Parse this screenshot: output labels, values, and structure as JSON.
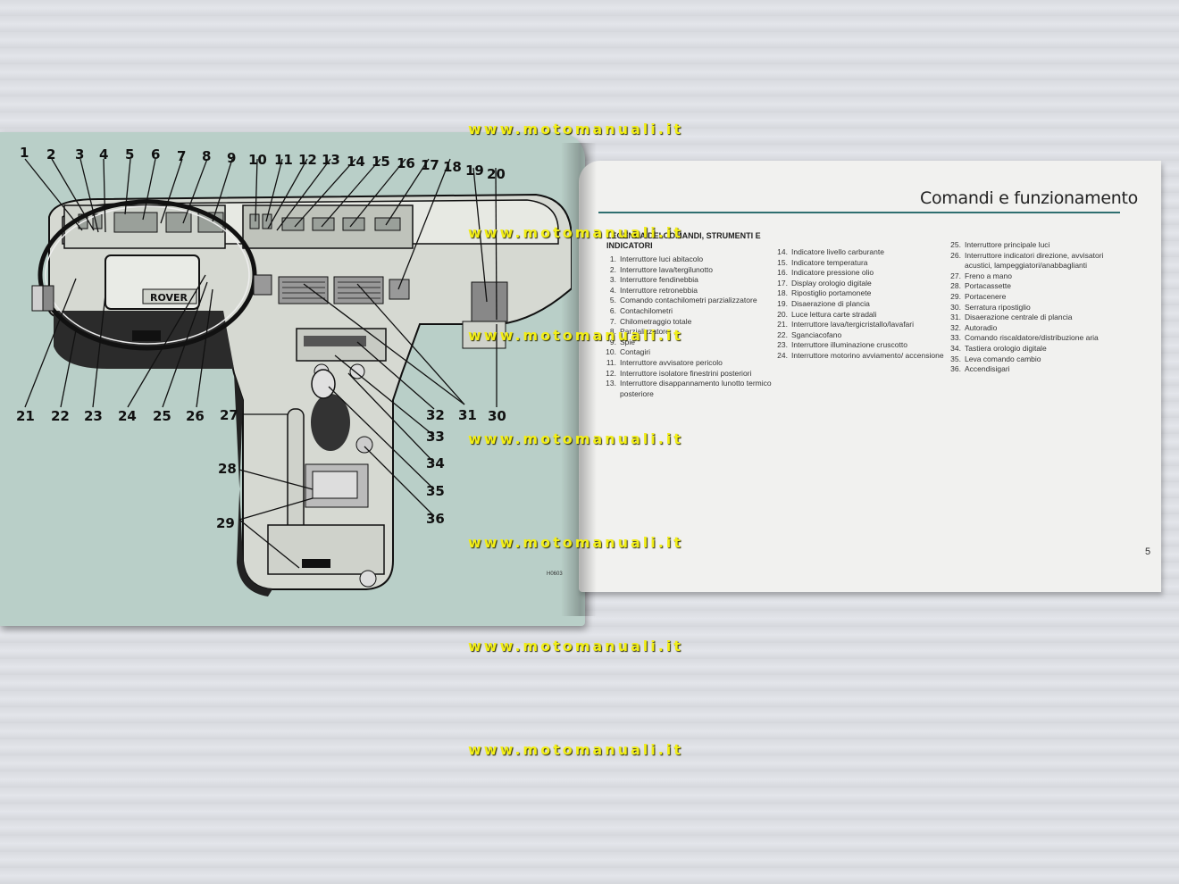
{
  "page": {
    "title": "Comandi e funzionamento",
    "legend_title": "LEGENDA DEI COMANDI, STRUMENTI E INDICATORI",
    "page_number": "5",
    "figure_code": "H0603"
  },
  "watermark": "www.motomanuali.it",
  "diagram": {
    "brand_badge": "ROVER",
    "callouts": [
      "1",
      "2",
      "3",
      "4",
      "5",
      "6",
      "7",
      "8",
      "9",
      "10",
      "11",
      "12",
      "13",
      "14",
      "15",
      "16",
      "17",
      "18",
      "19",
      "20",
      "21",
      "22",
      "23",
      "24",
      "25",
      "26",
      "27",
      "28",
      "29",
      "30",
      "31",
      "32",
      "33",
      "34",
      "35",
      "36"
    ]
  },
  "legend": {
    "column1": [
      {
        "n": "1.",
        "t": "Interruttore luci abitacolo"
      },
      {
        "n": "2.",
        "t": "Interruttore lava/tergilunotto"
      },
      {
        "n": "3.",
        "t": "Interruttore fendinebbia"
      },
      {
        "n": "4.",
        "t": "Interruttore retronebbia"
      },
      {
        "n": "5.",
        "t": "Comando contachilometri parzializzatore"
      },
      {
        "n": "6.",
        "t": "Contachilometri"
      },
      {
        "n": "7.",
        "t": "Chilometraggio totale"
      },
      {
        "n": "8.",
        "t": "Parzializzatore"
      },
      {
        "n": "9.",
        "t": "Spie"
      },
      {
        "n": "10.",
        "t": "Contagiri"
      },
      {
        "n": "11.",
        "t": "Interruttore avvisatore pericolo"
      },
      {
        "n": "12.",
        "t": "Interruttore isolatore finestrini posteriori"
      },
      {
        "n": "13.",
        "t": "Interruttore disappannamento lunotto termico posteriore"
      }
    ],
    "column2": [
      {
        "n": "14.",
        "t": "Indicatore livello carburante"
      },
      {
        "n": "15.",
        "t": "Indicatore temperatura"
      },
      {
        "n": "16.",
        "t": "Indicatore pressione olio"
      },
      {
        "n": "17.",
        "t": "Display orologio digitale"
      },
      {
        "n": "18.",
        "t": "Ripostiglio portamonete"
      },
      {
        "n": "19.",
        "t": "Disaerazione di plancia"
      },
      {
        "n": "20.",
        "t": "Luce lettura carte stradali"
      },
      {
        "n": "21.",
        "t": "Interruttore lava/tergicristallo/lavafari"
      },
      {
        "n": "22.",
        "t": "Sganciacofano"
      },
      {
        "n": "23.",
        "t": "Interruttore illuminazione cruscotto"
      },
      {
        "n": "24.",
        "t": "Interruttore motorino avviamento/ accensione"
      }
    ],
    "column3": [
      {
        "n": "25.",
        "t": "Interruttore principale luci"
      },
      {
        "n": "26.",
        "t": "Interruttore indicatori direzione, avvisatori acustici, lampeggiatori/anabbaglianti"
      },
      {
        "n": "27.",
        "t": "Freno a mano"
      },
      {
        "n": "28.",
        "t": "Portacassette"
      },
      {
        "n": "29.",
        "t": "Portacenere"
      },
      {
        "n": "30.",
        "t": "Serratura ripostiglio"
      },
      {
        "n": "31.",
        "t": "Disaerazione centrale di plancia"
      },
      {
        "n": "32.",
        "t": "Autoradio"
      },
      {
        "n": "33.",
        "t": "Comando riscaldatore/distribuzione aria"
      },
      {
        "n": "34.",
        "t": "Tastiera orologio digitale"
      },
      {
        "n": "35.",
        "t": "Leva comando cambio"
      },
      {
        "n": "36.",
        "t": "Accendisigari"
      }
    ]
  }
}
